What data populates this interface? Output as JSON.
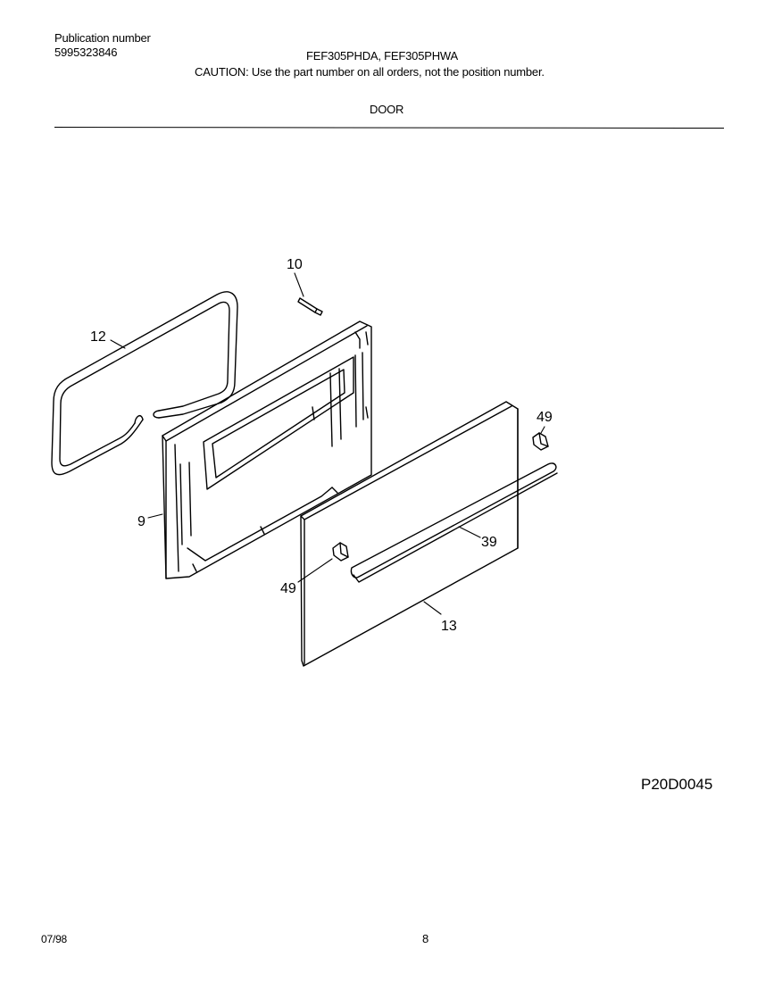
{
  "header": {
    "publication_label": "Publication number",
    "publication_number": "5995323846",
    "models": "FEF305PHDA, FEF305PHWA",
    "caution": "CAUTION:  Use the part number on all orders, not the position number.",
    "section_title": "DOOR"
  },
  "diagram": {
    "callouts": {
      "p10": "10",
      "p12": "12",
      "p9": "9",
      "p49_top": "49",
      "p49_bottom": "49",
      "p39": "39",
      "p13": "13"
    },
    "reference_code": "P20D0045"
  },
  "footer": {
    "date": "07/98",
    "page": "8"
  }
}
